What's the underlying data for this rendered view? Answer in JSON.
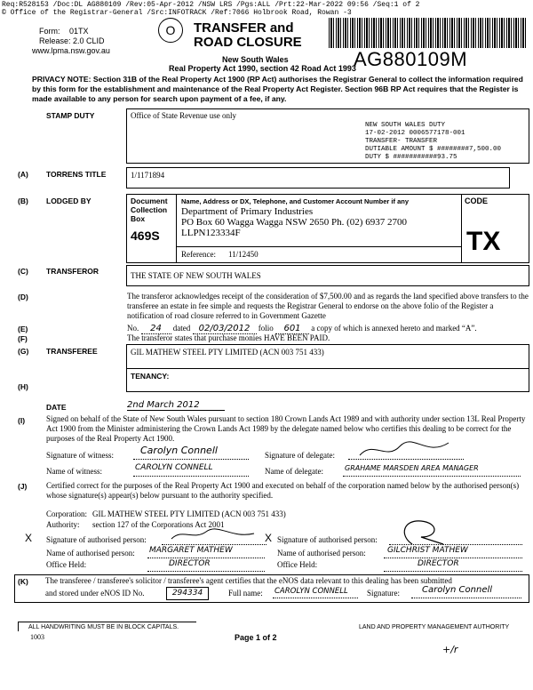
{
  "header": {
    "req_line1": "Req:R528153 /Doc:DL AG880109 /Rev:05-Apr-2012 /NSW LRS /Pgs:ALL /Prt:22-Mar-2022 09:56 /Seq:1 of 2",
    "req_line2": "© Office of the Registrar-General /Src:INFOTRACK /Ref:7066 Holbrook Road, Rowan -3",
    "form_label": "Form:",
    "form_value": "01TX",
    "release": "Release: 2.0 CLID",
    "website": "www.lpma.nsw.gov.au",
    "title1": "TRANSFER and",
    "title2": "ROAD CLOSURE",
    "state": "New South Wales",
    "acts": "Real Property Act 1990, section 42 Road Act 1993",
    "dealing_number": "AG880109M",
    "circle_mark": "O"
  },
  "privacy": "PRIVACY NOTE: Section 31B of the Real Property Act 1900 (RP Act) authorises the Registrar General to collect the information required by this form for the establishment and maintenance of the Real Property Act Register. Section 96B RP Act requires that the Register is made available to any person for search upon payment of a fee, if any.",
  "stamp_duty": {
    "label": "STAMP DUTY",
    "office_text": "Office of State Revenue use only",
    "stamp_lines": [
      "NEW SOUTH WALES DUTY",
      "17-02-2012        0006577178-001",
      "TRANSFER- TRANSFER",
      "DUTIABLE AMOUNT $ ########7,500.00",
      "DUTY           $ ###########93.75"
    ]
  },
  "torrens": {
    "code": "(A)",
    "label": "TORRENS TITLE",
    "value": "1/1171894"
  },
  "lodged": {
    "code": "(B)",
    "label": "LODGED BY",
    "doc_box_label": "Document Collection Box",
    "doc_box_value": "469S",
    "name_hdr": "Name, Address or DX, Telephone, and Customer Account Number if any",
    "lines": [
      "Department of Primary Industries",
      "PO Box 60 Wagga Wagga NSW 2650  Ph. (02) 6937 2700",
      "LLPN123334F"
    ],
    "reference_label": "Reference:",
    "reference_value": "11/12450",
    "code_label": "CODE",
    "code_value": "TX"
  },
  "transferor": {
    "code": "(C)",
    "label": "TRANSFEROR",
    "value": "THE STATE OF NEW SOUTH WALES"
  },
  "d_section": {
    "code": "(D)",
    "text": "The transferor acknowledges receipt of the consideration of $7,500.00 and as regards the land specified above transfers to the transferee an estate in fee simple and requests the Registrar General to endorse on the above folio of the Register a notification of road closure referred to in Government Gazette"
  },
  "e_section": {
    "code": "(E)",
    "p1": "No.",
    "no": "24",
    "p2": "dated",
    "dated": "02/03/2012",
    "p3": "folio",
    "folio": "601",
    "p4": "a copy of which is annexed hereto and marked “A”."
  },
  "f_section": {
    "code": "(F)",
    "text": "The transferor states that purchase monies HAVE BEEN PAID."
  },
  "transferee": {
    "code": "(G)",
    "label": "TRANSFEREE",
    "value": "GIL MATHEW STEEL PTY LIMITED (ACN 003 751 433)"
  },
  "tenancy": {
    "code": "(H)",
    "label": "TENANCY:"
  },
  "date": {
    "label": "DATE",
    "value": "2nd March 2012"
  },
  "i_section": {
    "code": "(I)",
    "text": "Signed on behalf of the State of New South Wales pursuant to section 180 Crown Lands Act 1989 and with authority under section 13L Real Property Act 1900 from the Minister administering the Crown Lands Act 1989 by the delegate named below who certifies this dealing to be correct for the purposes of the Real Property Act 1900.",
    "sig_witness_label": "Signature of witness:",
    "sig_witness": "Carolyn Connell",
    "sig_delegate_label": "Signature of delegate:",
    "name_witness_label": "Name of witness:",
    "name_witness": "CAROLYN CONNELL",
    "name_delegate_label": "Name of delegate:",
    "name_delegate": "GRAHAME MARSDEN AREA MANAGER"
  },
  "j_section": {
    "code": "(J)",
    "text": "Certified correct for the purposes of the Real Property Act 1900 and executed on behalf of the corporation named below by the authorised person(s) whose signature(s) appear(s) below pursuant to the authority specified.",
    "corp_label": "Corporation:",
    "corp_value": "GIL MATHEW STEEL PTY LIMITED (ACN 003 751 433)",
    "authority_label": "Authority:",
    "authority_value": "section 127 of the Corporations Act 2001",
    "sig1_label": "Signature of authorised person:",
    "sig2_label": "Signature of authorised person:",
    "name1_label": "Name of authorised person:",
    "name1": "MARGARET MATHEW",
    "name2_label": "Name of authorised person:",
    "name2": "GILCHRIST MATHEW",
    "office1_label": "Office Held:",
    "office1": "DIRECTOR",
    "office2_label": "Office Held:",
    "office2": "DIRECTOR"
  },
  "k_section": {
    "code": "(K)",
    "text1": "The transferee / transferee's solicitor / transferee's agent certifies that the eNOS data relevant to this dealing has been submitted",
    "text2": "and stored under eNOS ID No.",
    "enos_id": "294334",
    "fullname_label": "Full name:",
    "fullname": "CAROLYN CONNELL",
    "sig_label": "Signature:",
    "sig": "Carolyn Connell"
  },
  "footer": {
    "handwriting_note": "ALL HANDWRITING MUST BE IN BLOCK CAPITALS.",
    "form_no": "1003",
    "page": "Page 1 of  2",
    "authority": "LAND AND PROPERTY MANAGEMENT AUTHORITY",
    "margin_mark": "+/r"
  },
  "marks": {
    "x1": "X",
    "x2": "X"
  }
}
